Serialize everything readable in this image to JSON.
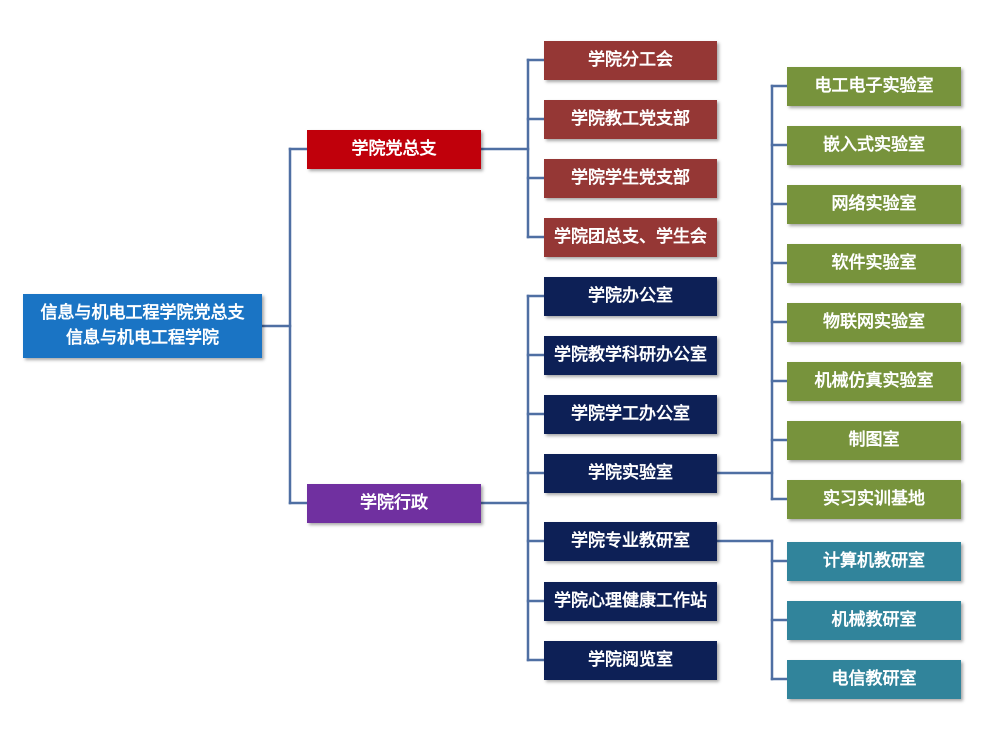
{
  "colors": {
    "connector": "#4f6fa3",
    "root": "#1a74c4",
    "party": "#c0000b",
    "admin": "#7030a0",
    "party_child": "#953735",
    "admin_child": "#0d2056",
    "lab": "#77933c",
    "teaching": "#31849b"
  },
  "root": {
    "line1": "信息与机电工程学院党总支",
    "line2": "信息与机电工程学院"
  },
  "party": {
    "label": "学院党总支",
    "children": [
      "学院分工会",
      "学院教工党支部",
      "学院学生党支部",
      "学院团总支、学生会"
    ]
  },
  "admin": {
    "label": "学院行政",
    "children": [
      "学院办公室",
      "学院教学科研办公室",
      "学院学工办公室",
      "学院实验室",
      "学院专业教研室",
      "学院心理健康工作站",
      "学院阅览室"
    ]
  },
  "labs": [
    "电工电子实验室",
    "嵌入式实验室",
    "网络实验室",
    "软件实验室",
    "物联网实验室",
    "机械仿真实验室",
    "制图室",
    "实习实训基地"
  ],
  "teaching_offices": [
    "计算机教研室",
    "机械教研室",
    "电信教研室"
  ]
}
